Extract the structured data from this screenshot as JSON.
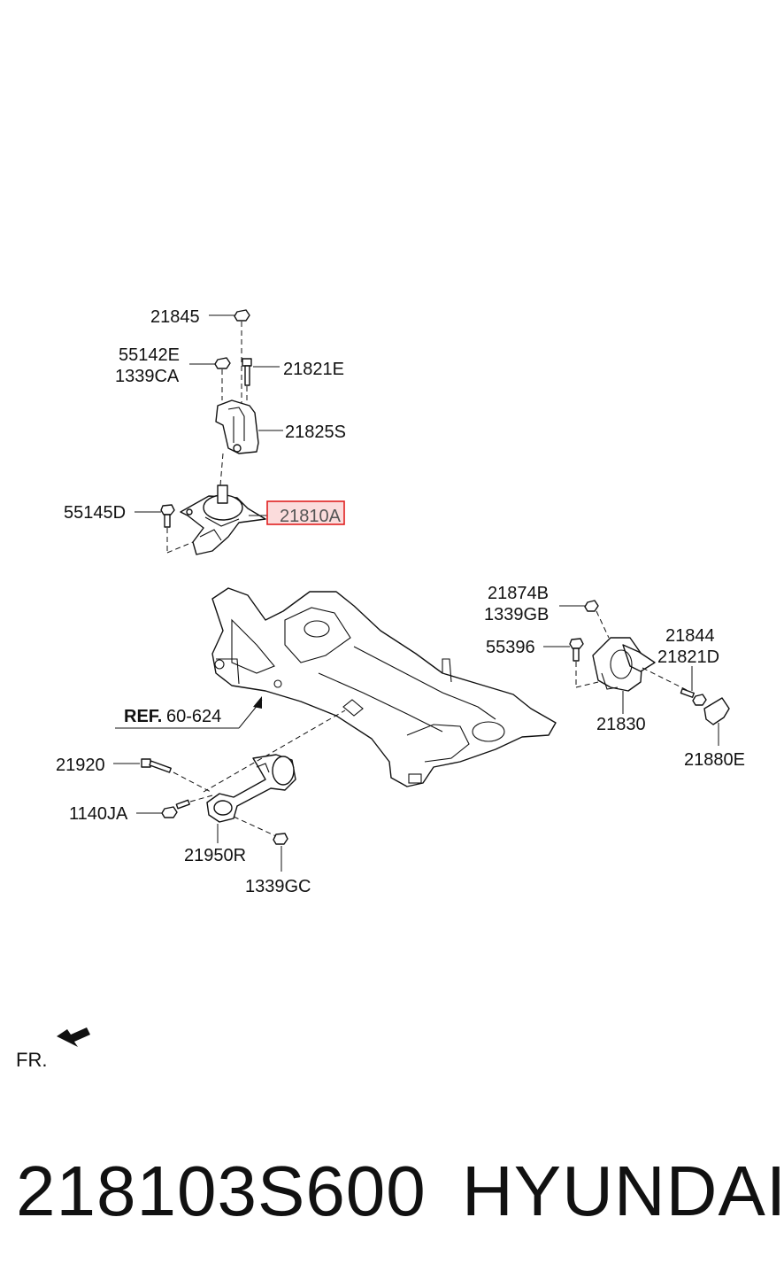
{
  "diagram": {
    "labels": {
      "p21845": "21845",
      "p55142E": "55142E",
      "p1339CA": "1339CA",
      "p21821E": "21821E",
      "p21825S": "21825S",
      "p55145D": "55145D",
      "p21810A": "21810A",
      "p21874B": "21874B",
      "p1339GB": "1339GB",
      "p55396": "55396",
      "p21844": "21844",
      "p21821D": "21821D",
      "p21830": "21830",
      "p21880E": "21880E",
      "ref_prefix": "REF.",
      "ref_number": "60-624",
      "p21920": "21920",
      "p1140JA": "1140JA",
      "p21950R": "21950R",
      "p1339GC": "1339GC",
      "front": "FR."
    },
    "highlight_color": "#e02020"
  },
  "caption": {
    "part_number": "218103S600",
    "brand": "HYUNDAI"
  }
}
